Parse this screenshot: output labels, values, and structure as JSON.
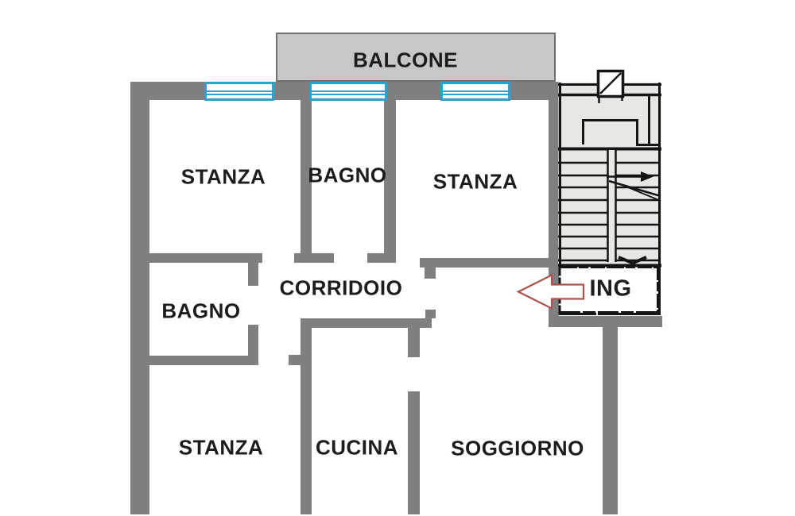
{
  "colors": {
    "background": "#ffffff",
    "wall_gray": "#7f7f7f",
    "balcony_fill": "#c7c7c7",
    "balcony_border": "#707070",
    "window_blue": "#2aa0d6",
    "scan_background": "#e9e7e3",
    "scan_line": "#151515",
    "arrow_red": "#b0504c",
    "label_text": "#1c1c1c"
  },
  "labels": {
    "balcony": "BALCONE",
    "room_top_left": "STANZA",
    "bathroom_top": "BAGNO",
    "room_top_right": "STANZA",
    "corridor": "CORRIDOIO",
    "bathroom_left": "BAGNO",
    "room_bottom_left": "STANZA",
    "kitchen": "CUCINA",
    "living_room": "SOGGIORNO",
    "entrance": "ING"
  }
}
